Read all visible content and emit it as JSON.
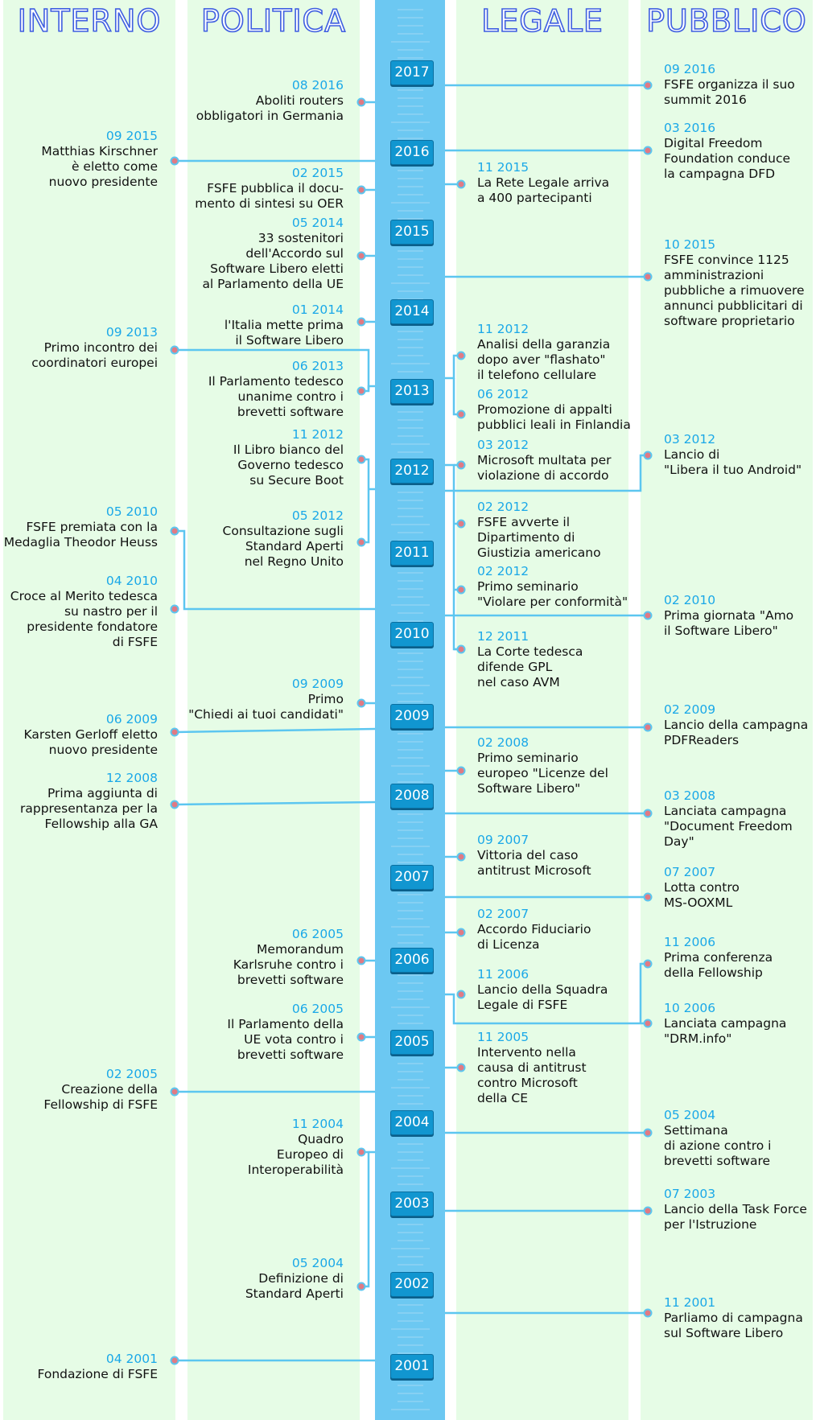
{
  "colors": {
    "background": "#e6fce6",
    "axis": "#6cc8f2",
    "year_box": "#1196d0",
    "date": "#1aa8e8",
    "line": "#5cc6f0",
    "dot": "#e07a84",
    "header_outline": "#3f5fe0"
  },
  "columns": {
    "interno": "INTERNO",
    "politica": "POLITICA",
    "legale": "LEGALE",
    "pubblico": "PUBBLICO"
  },
  "years": [
    "2017",
    "2016",
    "2015",
    "2014",
    "2013",
    "2012",
    "2011",
    "2010",
    "2009",
    "2008",
    "2007",
    "2006",
    "2005",
    "2004",
    "2003",
    "2002",
    "2001"
  ],
  "events": {
    "interno": [
      {
        "date": "09 2015",
        "text": "Matthias Kirschner\nè eletto come\nnuovo presidente"
      },
      {
        "date": "09 2013",
        "text": "Primo incontro dei\ncoordinatori europei"
      },
      {
        "date": "05 2010",
        "text": "FSFE premiata con la\nMedaglia Theodor Heuss"
      },
      {
        "date": "04 2010",
        "text": "Croce al Merito tedesca\nsu nastro per il\npresidente fondatore\ndi FSFE"
      },
      {
        "date": "06 2009",
        "text": "Karsten Gerloff eletto\nnuovo presidente"
      },
      {
        "date": "12 2008",
        "text": "Prima aggiunta di\nrappresentanza per la\nFellowship alla GA"
      },
      {
        "date": "02 2005",
        "text": "Creazione della\nFellowship di FSFE"
      },
      {
        "date": "04 2001",
        "text": "Fondazione di FSFE"
      }
    ],
    "politica": [
      {
        "date": "08 2016",
        "text": "Aboliti routers\nobbligatori in Germania"
      },
      {
        "date": "02 2015",
        "text": "FSFE pubblica il docu-\nmento di sintesi su OER"
      },
      {
        "date": "05 2014",
        "text": "33 sostenitori\ndell'Accordo sul\nSoftware Libero eletti\nal Parlamento della UE"
      },
      {
        "date": "01 2014",
        "text": "l'Italia mette prima\nil Software Libero"
      },
      {
        "date": "06 2013",
        "text": "Il Parlamento tedesco\nunanime contro i\nbrevetti software"
      },
      {
        "date": "11 2012",
        "text": "Il Libro bianco del\nGoverno tedesco\nsu Secure Boot"
      },
      {
        "date": "05 2012",
        "text": "Consultazione sugli\nStandard Aperti\nnel Regno Unito"
      },
      {
        "date": "09 2009",
        "text": "Primo\n\"Chiedi ai tuoi candidati\""
      },
      {
        "date": "06 2005",
        "text": "Memorandum\nKarlsruhe contro i\nbrevetti software"
      },
      {
        "date": "06 2005",
        "text": "Il Parlamento della\nUE vota contro i\nbrevetti software"
      },
      {
        "date": "11 2004",
        "text": "Quadro\nEuropeo di\nInteroperabilità"
      },
      {
        "date": "05 2004",
        "text": "Definizione di\nStandard Aperti"
      }
    ],
    "legale": [
      {
        "date": "11 2015",
        "text": "La Rete Legale arriva\na 400 partecipanti"
      },
      {
        "date": "11 2012",
        "text": "Analisi della garanzia\ndopo aver \"flashato\"\nil telefono cellulare"
      },
      {
        "date": "06 2012",
        "text": "Promozione di appalti\npubblici leali in Finlandia"
      },
      {
        "date": "03 2012",
        "text": "Microsoft multata per\nviolazione di accordo"
      },
      {
        "date": "02 2012",
        "text": "FSFE avverte il\nDipartimento di\nGiustizia americano"
      },
      {
        "date": "02 2012",
        "text": "Primo seminario\n\"Violare per conformità\""
      },
      {
        "date": "12 2011",
        "text": "La Corte tedesca\ndifende GPL\nnel caso AVM"
      },
      {
        "date": "02 2008",
        "text": "Primo seminario\neuropeo \"Licenze del\nSoftware Libero\""
      },
      {
        "date": "09 2007",
        "text": "Vittoria del caso\nantitrust Microsoft"
      },
      {
        "date": "02 2007",
        "text": "Accordo Fiduciario\ndi Licenza"
      },
      {
        "date": "11 2006",
        "text": "Lancio della Squadra\nLegale di FSFE"
      },
      {
        "date": "11 2005",
        "text": "Intervento nella\ncausa di antitrust\ncontro Microsoft\ndella CE"
      }
    ],
    "pubblico": [
      {
        "date": "09 2016",
        "text": "FSFE organizza il suo\nsummit 2016"
      },
      {
        "date": "03 2016",
        "text": "Digital Freedom\nFoundation conduce\nla campagna DFD"
      },
      {
        "date": "10 2015",
        "text": "FSFE convince 1125\namministrazioni\npubbliche a rimuovere\nannunci pubblicitari di\nsoftware proprietario"
      },
      {
        "date": "03 2012",
        "text": "Lancio di\n\"Libera il tuo Android\""
      },
      {
        "date": "02 2010",
        "text": "Prima giornata \"Amo\nil Software Libero\""
      },
      {
        "date": "02 2009",
        "text": "Lancio della campagna\nPDFReaders"
      },
      {
        "date": "03 2008",
        "text": "Lanciata campagna\n\"Document Freedom\nDay\""
      },
      {
        "date": "07 2007",
        "text": "Lotta contro\nMS-OOXML"
      },
      {
        "date": "11 2006",
        "text": "Prima conferenza\ndella Fellowship"
      },
      {
        "date": "10 2006",
        "text": "Lanciata campagna\n\"DRM.info\""
      },
      {
        "date": "05 2004",
        "text": "Settimana\ndi azione contro i\nbrevetti software"
      },
      {
        "date": "07 2003",
        "text": "Lancio della Task Force\nper l'Istruzione"
      },
      {
        "date": "11 2001",
        "text": "Parliamo di campagna\nsul Software Libero"
      }
    ]
  }
}
